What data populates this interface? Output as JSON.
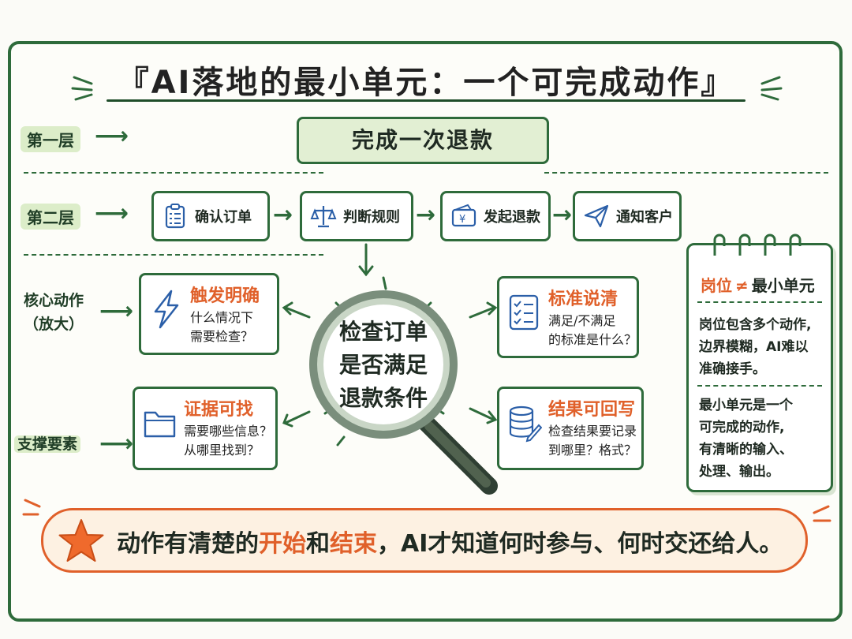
{
  "title": "『AI落地的最小单元：一个可完成动作』",
  "layers": {
    "first": "第一层",
    "second": "第二层",
    "core": "核心动作",
    "core_sub": "（放大）",
    "support": "支撑要素"
  },
  "task": "完成一次退款",
  "steps": [
    {
      "label": "确认订单",
      "icon": "clipboard-checklist-icon"
    },
    {
      "label": "判断规则",
      "icon": "balance-scale-icon"
    },
    {
      "label": "发起退款",
      "icon": "yen-wallet-icon"
    },
    {
      "label": "通知客户",
      "icon": "paper-plane-icon"
    }
  ],
  "core_action": {
    "line1": "检查订单",
    "line2": "是否满足",
    "line3": "退款条件",
    "icon": "magnifying-glass-icon"
  },
  "elements": [
    {
      "title": "触发明确",
      "line1": "什么情况下",
      "line2": "需要检查？",
      "icon": "lightning-icon"
    },
    {
      "title": "标准说清",
      "line1": "满足/不满足",
      "line2": "的标准是什么？",
      "icon": "checklist-icon"
    },
    {
      "title": "证据可找",
      "line1": "需要哪些信息？",
      "line2": "从哪里找到？",
      "icon": "folder-icon"
    },
    {
      "title": "结果可回写",
      "line1": "检查结果要记录",
      "line2": "到哪里？格式？",
      "icon": "database-pencil-icon"
    }
  ],
  "notebook": {
    "head_a": "岗位",
    "head_sym": "≠",
    "head_b": "最小单元",
    "para1": [
      "岗位包含多个动作,",
      "边界模糊，AI难以",
      "准确接手。"
    ],
    "para2": [
      "最小单元是一个",
      "可完成的动作,",
      "有清晰的输入、",
      "处理、输出。"
    ]
  },
  "banner": {
    "pre": "动作有清楚的",
    "hi1": "开始",
    "mid": "和",
    "hi2": "结束",
    "post": "，AI才知道何时参与、何时交还给人。",
    "icon": "star-icon"
  },
  "colors": {
    "green": "#2e6b3b",
    "light_green": "#dcedc9",
    "orange": "#e0602a",
    "banner_bg": "#fdf1e2"
  }
}
